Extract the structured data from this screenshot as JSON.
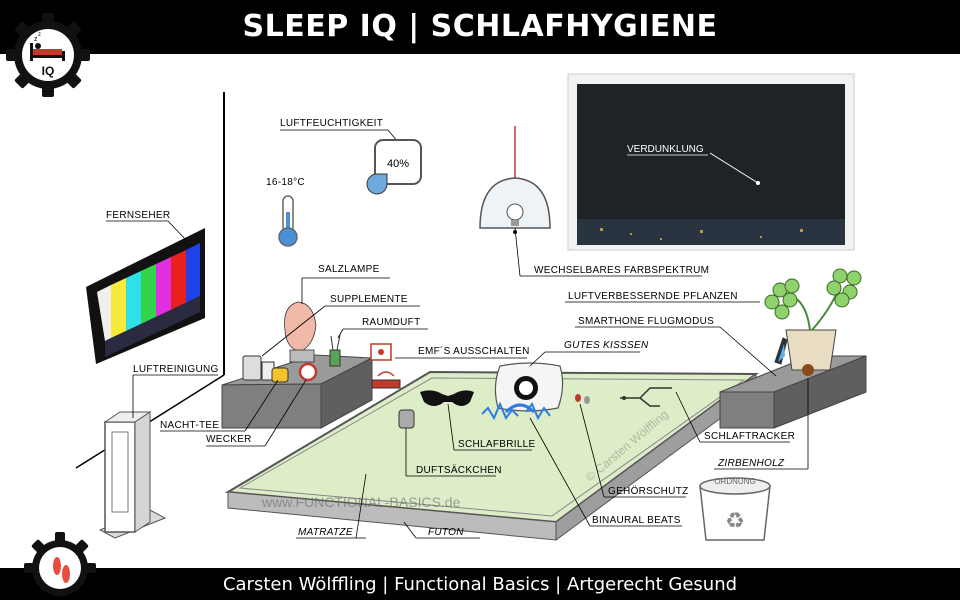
{
  "header": {
    "title": "SLEEP IQ | SCHLAFHYGIENE"
  },
  "footer": {
    "text": "Carsten Wölffling | Functional Basics | Artgerecht Gesund"
  },
  "logo": {
    "badge_text": "IQ"
  },
  "labels": {
    "luftfeuchtigkeit": "LUFTFEUCHTIGKEIT",
    "humidity_value": "40%",
    "temperature": "16-18°C",
    "verdunklung": "VERDUNKLUNG",
    "fernseher": "FERNSEHER",
    "farbspektrum": "WECHSELBARES FARBSPEKTRUM",
    "pflanzen": "LUFTVERBESSERNDE PFLANZEN",
    "salzlampe": "SALZLAMPE",
    "supplemente": "SUPPLEMENTE",
    "raumduft": "RAUMDUFT",
    "flugmodus": "SMARTHONE FLUGMODUS",
    "emf": "EMF´S AUSSCHALTEN",
    "kissen": "GUTES KISSSEN",
    "luftreinigung": "LUFTREINIGUNG",
    "nachttee": "NACHT-TEE",
    "wecker": "WECKER",
    "schlafbrille": "SCHLAFBRILLE",
    "schlaftracker": "SCHLAFTRACKER",
    "zirbenholz": "ZIRBENHOLZ",
    "duftsaeckchen": "DUFTSÄCKCHEN",
    "gehoerschutz": "GEHÖRSCHUTZ",
    "binaural": "BINAURAL BEATS",
    "matratze": "MATRATZE",
    "futon": "FUTON",
    "ordnung": "ORDNUNG"
  },
  "watermarks": {
    "website": "www.FUNCTIONAL-BASICS.de",
    "author": "© Carsten Wölffling"
  },
  "colors": {
    "bar": "#000000",
    "mattress": "#dcedc8",
    "nightstand": "#7f7f7f",
    "humidity_drop": "#6fa8dc"
  }
}
